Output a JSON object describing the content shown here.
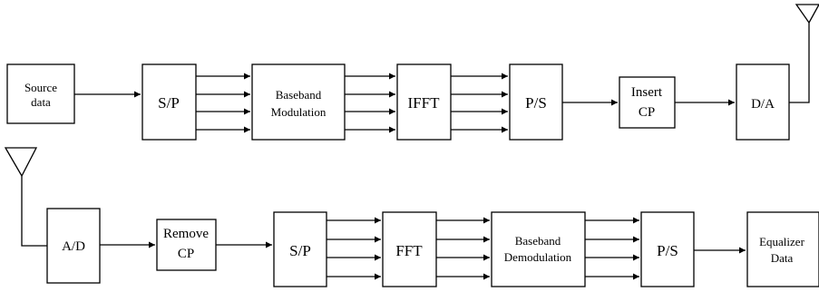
{
  "diagram": {
    "transmitter": {
      "source": {
        "line1": "Source",
        "line2": "data"
      },
      "sp": "S/P",
      "modulation": {
        "line1": "Baseband",
        "line2": "Modulation"
      },
      "ifft": "IFFT",
      "ps": "P/S",
      "insert_cp": {
        "line1": "Insert",
        "line2": "CP"
      },
      "da": "D/A"
    },
    "receiver": {
      "ad": "A/D",
      "remove_cp": {
        "line1": "Remove",
        "line2": "CP"
      },
      "sp": "S/P",
      "fft": "FFT",
      "demodulation": {
        "line1": "Baseband",
        "line2": "Demodulation"
      },
      "ps": "P/S",
      "equalizer": {
        "line1": "Equalizer",
        "line2": "Data"
      }
    },
    "colors": {
      "stroke": "#000000",
      "background": "#ffffff"
    }
  }
}
